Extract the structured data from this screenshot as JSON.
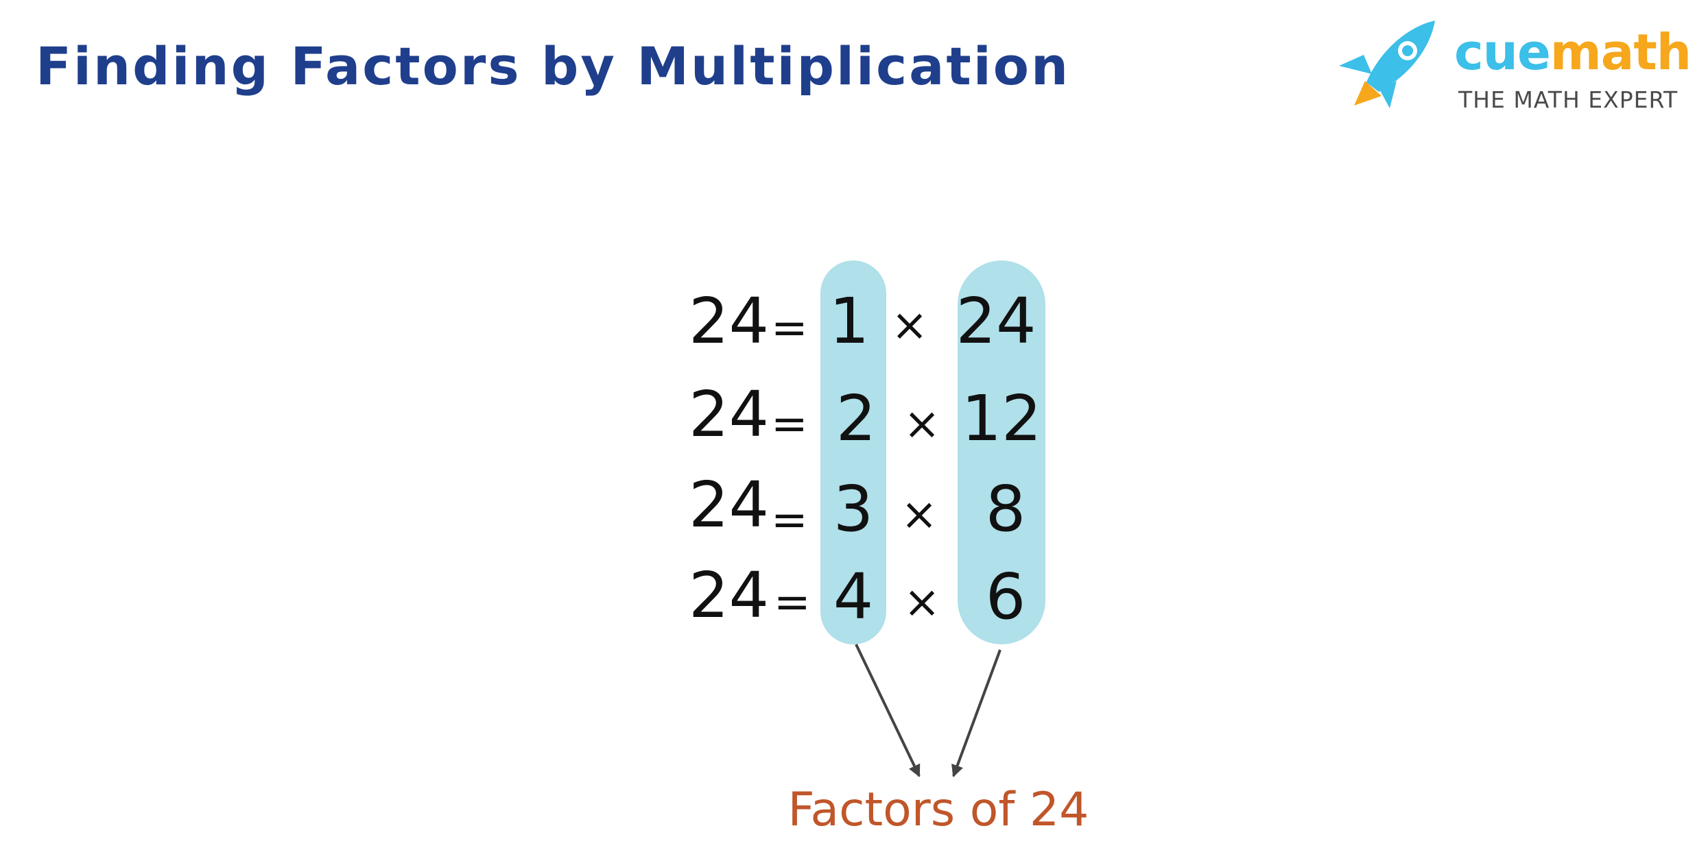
{
  "title": "Finding Factors by Multiplication",
  "logo": {
    "word_part1": "cue",
    "word_part2": "math",
    "tagline": "THE MATH EXPERT",
    "icon": "rocket-icon"
  },
  "equations": [
    {
      "product": "24",
      "equals": "=",
      "factor1": "1",
      "times": "×",
      "factor2": "24"
    },
    {
      "product": "24",
      "equals": "=",
      "factor1": "2",
      "times": "×",
      "factor2": "12"
    },
    {
      "product": "24",
      "equals": "=",
      "factor1": "3",
      "times": "×",
      "factor2": "8"
    },
    {
      "product": "24",
      "equals": "=",
      "factor1": "4",
      "times": "×",
      "factor2": "6"
    }
  ],
  "result_label": "Factors of 24",
  "colors": {
    "title": "#1f3f8c",
    "highlight": "#b0e0e9",
    "result_label": "#c0562a",
    "arrow": "#444444",
    "text": "#111111",
    "logo_blue": "#3cbfe8",
    "logo_orange": "#f6a71c"
  }
}
